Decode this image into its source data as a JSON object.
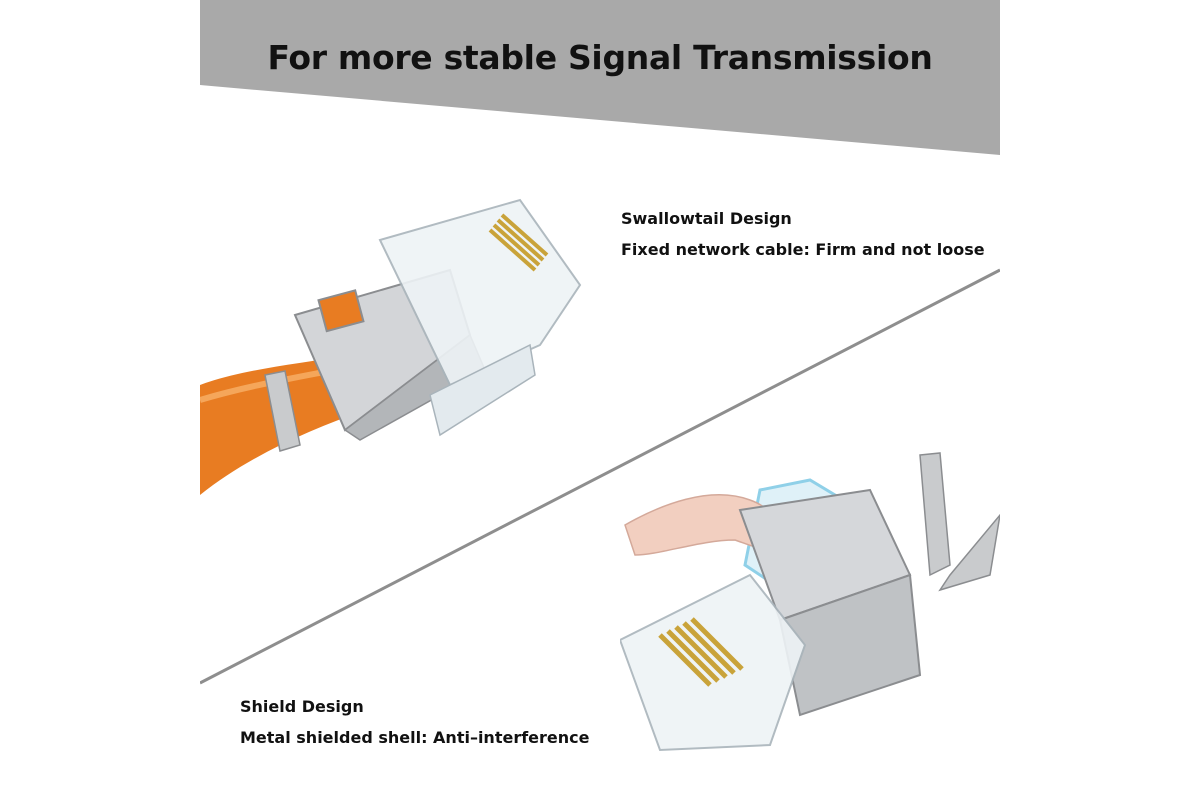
{
  "header": {
    "title": "For more stable Signal Transmission",
    "band_color": "#a9a9a9"
  },
  "features": [
    {
      "heading": "Swallowtail Design",
      "description": "Fixed network cable: Firm and not loose"
    },
    {
      "heading": "Shield Design",
      "description": "Metal shielded shell: Anti–interference"
    }
  ],
  "colors": {
    "cable": "#e87c22",
    "metal": "#c9cbcd",
    "gold": "#c9a33a",
    "divider": "#8e8e8e"
  },
  "illustrations": [
    "rj45-shielded-plug-with-orange-cable",
    "rj45-shielded-plug-pressed-by-finger"
  ]
}
